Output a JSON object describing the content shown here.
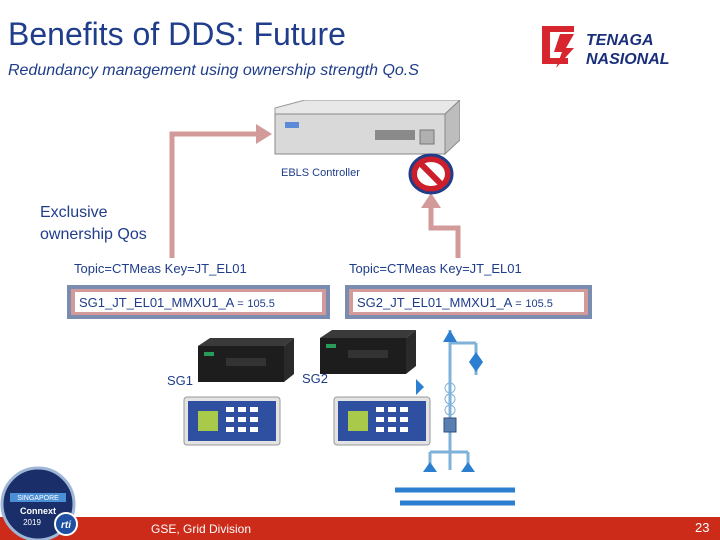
{
  "slide": {
    "title": "Benefits of DDS: Future",
    "subtitle": "Redundancy management using ownership strength Qo.S",
    "page_number": "23",
    "footer_text": "GSE, Grid Division"
  },
  "logo": {
    "line1": "TENAGA",
    "line2": "NASIONAL"
  },
  "controller": {
    "label": "EBLS Controller"
  },
  "ownership": {
    "line1": "Exclusive",
    "line2": "ownership Qos"
  },
  "publishers": [
    {
      "topic": "Topic=CTMeas Key=JT_EL01",
      "name": "SG1_JT_EL01_MMXU1_A",
      "eq": "=",
      "value": "105.5",
      "device": "SG1"
    },
    {
      "topic": "Topic=CTMeas Key=JT_EL01",
      "name": "SG2_JT_EL01_MMXU1_A",
      "eq": "=",
      "value": "105.5",
      "device": "SG2"
    }
  ],
  "badge": {
    "city": "SINGAPORE",
    "event": "Connext",
    "year": "2019",
    "brand": "rti"
  },
  "colors": {
    "title": "#1f3d8a",
    "arrow": "#d39a9a",
    "footer": "#cc2b1a",
    "block": "#cc1e2b"
  }
}
